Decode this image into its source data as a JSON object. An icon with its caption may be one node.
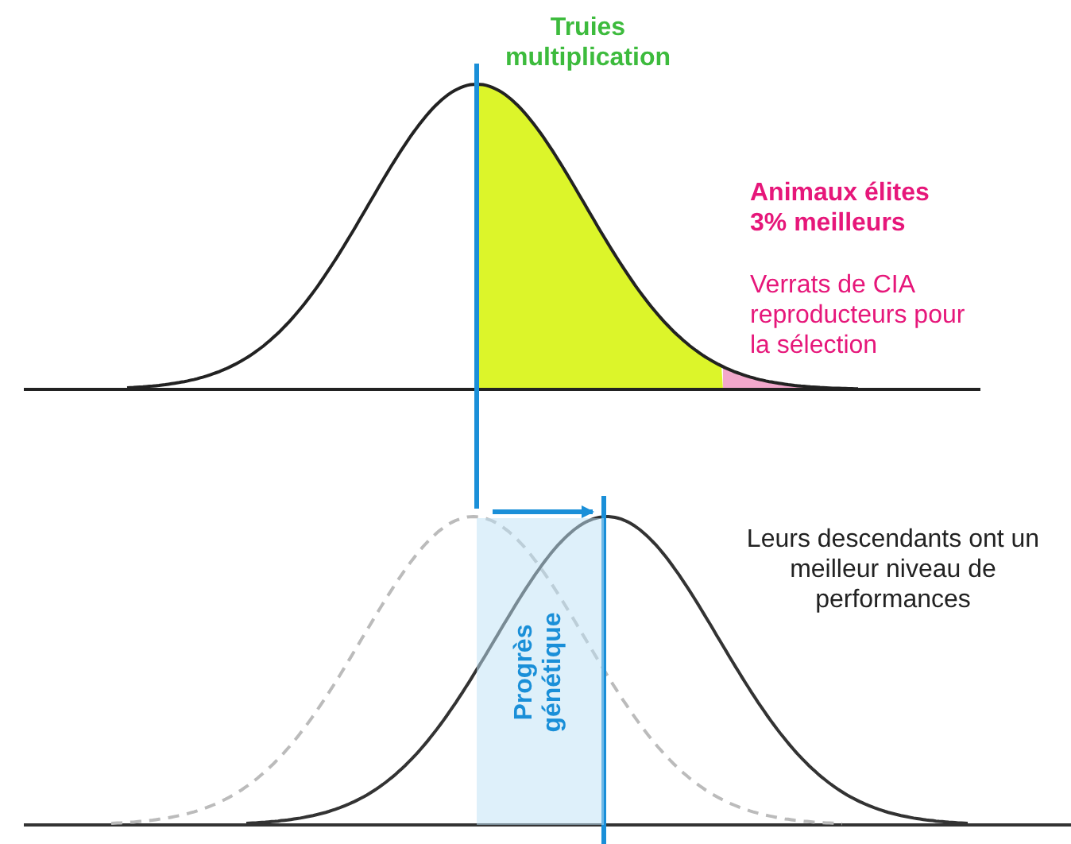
{
  "diagram": {
    "nodes": [
      {
        "text": [
          "Progrès génétique"
        ]
      }
    ],
    "labels": [
      "Truies multiplication",
      "Animaux élites 3% meilleurs",
      "Verrats de CIA reproducteurs pour la sélection",
      "Leurs descendants ont un meilleur niveau de performances"
    ]
  }
}
